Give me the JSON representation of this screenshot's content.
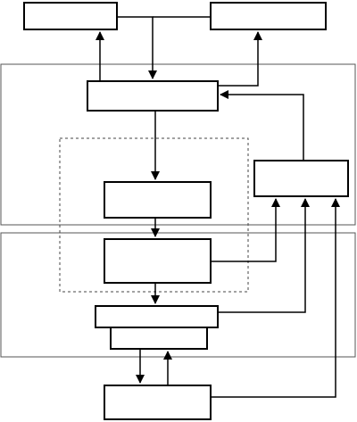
{
  "diagram": {
    "nodes": [
      {
        "id": "top-left-box",
        "label": ""
      },
      {
        "id": "top-right-box",
        "label": ""
      },
      {
        "id": "main-box",
        "label": ""
      },
      {
        "id": "right-feedback-box",
        "label": ""
      },
      {
        "id": "inner-upper-box",
        "label": ""
      },
      {
        "id": "inner-lower-box",
        "label": ""
      },
      {
        "id": "wide-box",
        "label": ""
      },
      {
        "id": "under-wide-box",
        "label": ""
      },
      {
        "id": "bottom-box",
        "label": ""
      }
    ],
    "regions": [
      {
        "id": "upper-region",
        "label": ""
      },
      {
        "id": "lower-region",
        "label": ""
      },
      {
        "id": "dashed-region",
        "label": ""
      }
    ],
    "colors": {
      "stroke": "#000000",
      "region": "#555555",
      "background": "#ffffff"
    }
  }
}
